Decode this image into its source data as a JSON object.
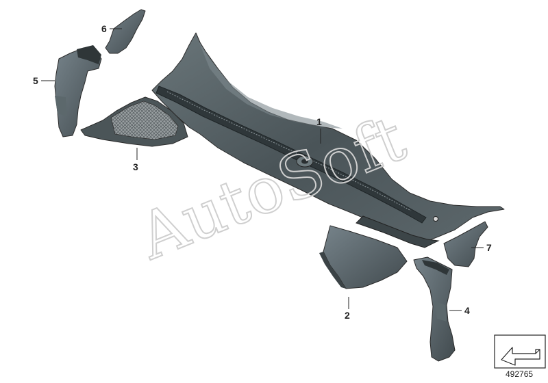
{
  "callouts": {
    "part_1": "1",
    "part_2": "2",
    "part_3": "3",
    "part_4": "4",
    "part_5": "5",
    "part_6": "6",
    "part_7": "7"
  },
  "watermark": "AutoSoft",
  "diagram_id": "492765",
  "colors": {
    "part_fill": "#4f5a5e",
    "part_fill_dark": "#353d40",
    "part_fill_light": "#6f7b7f",
    "mesh": "#8a8f91",
    "watermark": "#cfcfcf"
  },
  "icons": {
    "navigation_arrow": "arrow-icon"
  }
}
